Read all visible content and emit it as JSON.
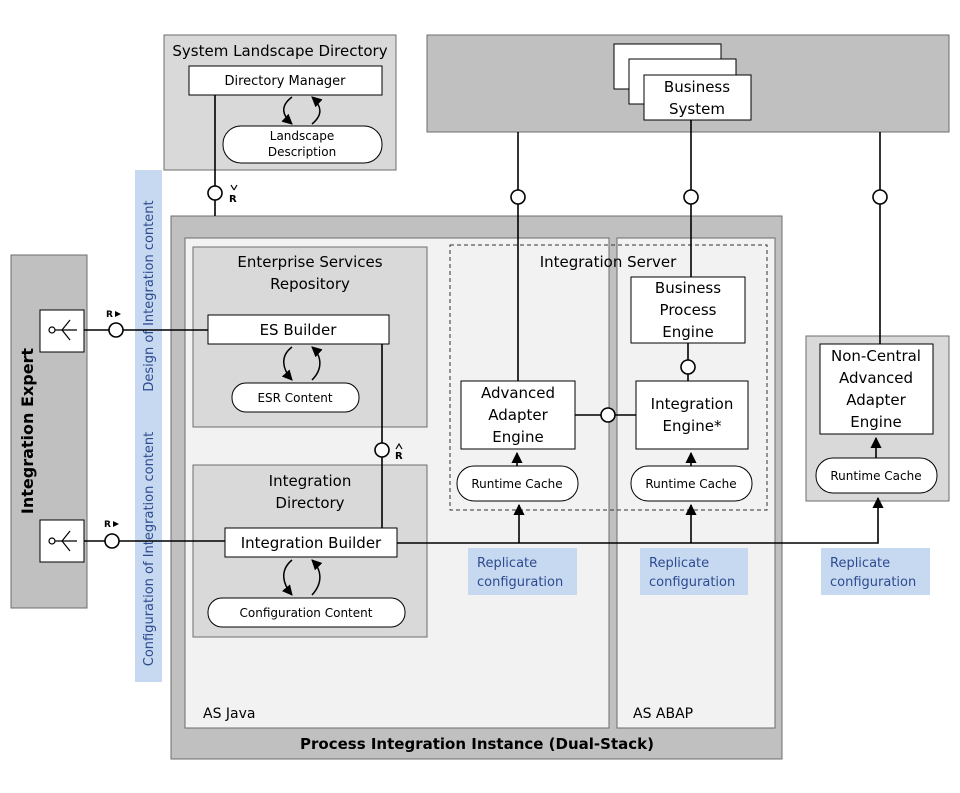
{
  "slds": {
    "title": "System Landscape Directory",
    "directory_manager": "Directory Manager",
    "landscape_line1": "Landscape",
    "landscape_line2": "Description"
  },
  "business": {
    "line1": "Business",
    "line2": "System"
  },
  "expert": {
    "label": "Integration Expert"
  },
  "bands": {
    "design": "Design of Integration content",
    "configuration": "Configuration of Integration content"
  },
  "pi": {
    "title": "Process Integration Instance (Dual-Stack)",
    "as_java": "AS Java",
    "as_abap": "AS ABAP"
  },
  "esr": {
    "title_line1": "Enterprise Services",
    "title_line2": "Repository",
    "builder": "ES Builder",
    "content": "ESR Content"
  },
  "dir": {
    "title_line1": "Integration",
    "title_line2": "Directory",
    "builder": "Integration Builder",
    "content": "Configuration Content"
  },
  "is": {
    "title": "Integration Server",
    "aae_line1": "Advanced",
    "aae_line2": "Adapter",
    "aae_line3": "Engine",
    "bpe_line1": "Business",
    "bpe_line2": "Process",
    "bpe_line3": "Engine",
    "ie_line1": "Integration",
    "ie_line2": "Engine*",
    "runtime_cache": "Runtime Cache"
  },
  "nc": {
    "line1": "Non-Central",
    "line2": "Advanced",
    "line3": "Adapter",
    "line4": "Engine",
    "runtime_cache": "Runtime Cache"
  },
  "replicate": {
    "line1": "Replicate",
    "line2": "configuration"
  },
  "markers": {
    "r": "R"
  },
  "colors": {
    "outer_gray": "#c0c0c0",
    "container_gray": "#d9d9d9",
    "inner_light": "#f2f2f2",
    "band_blue": "#c6d9f1",
    "text_blue": "#2e4b8f",
    "line": "#000000"
  }
}
